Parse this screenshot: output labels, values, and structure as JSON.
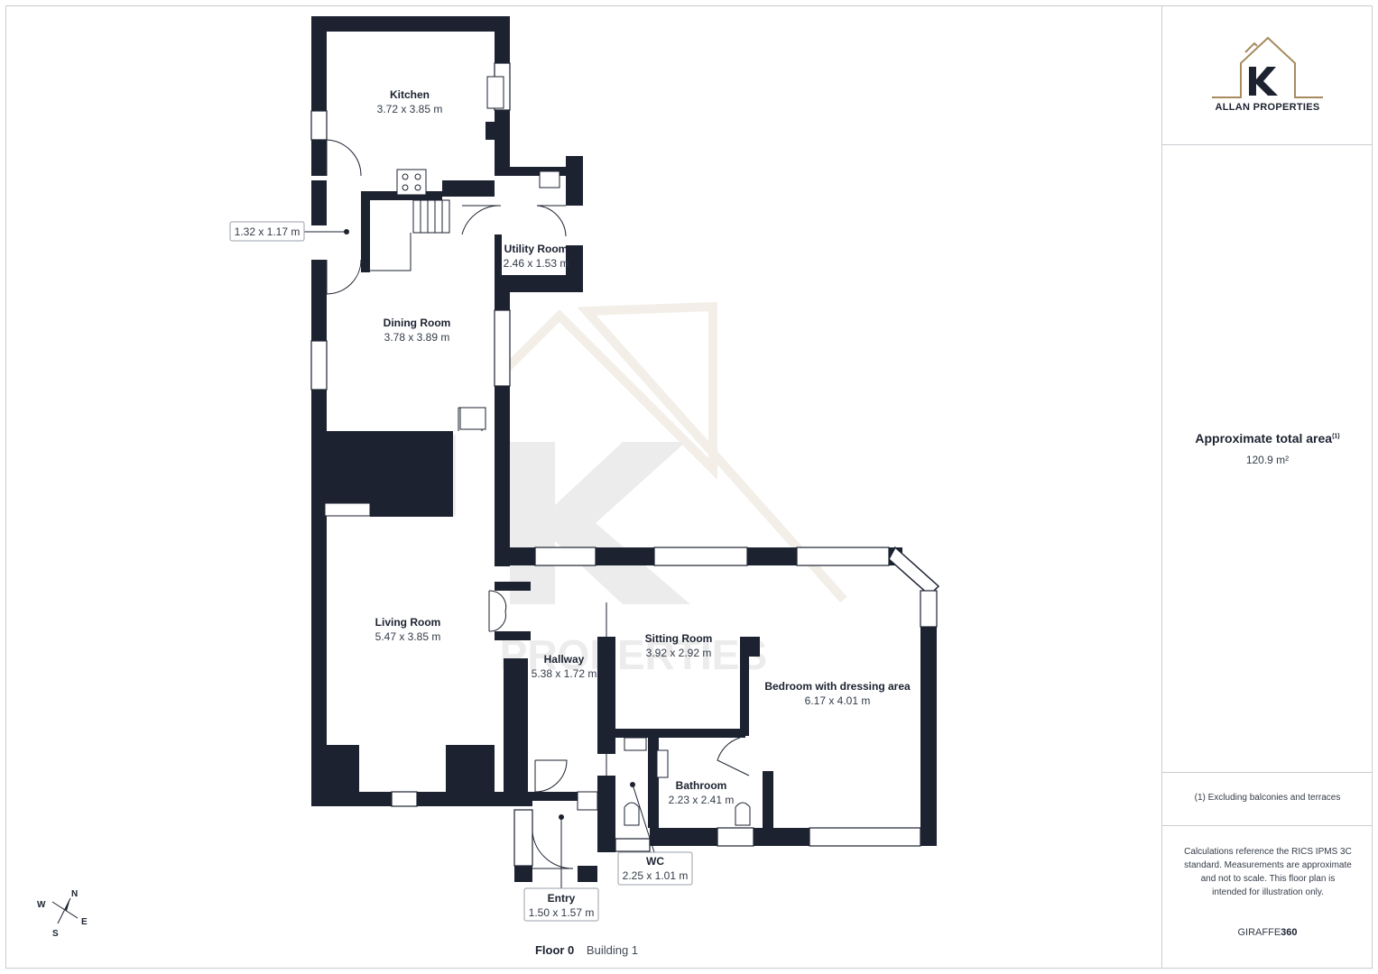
{
  "company": {
    "name": "ALLAN PROPERTIES"
  },
  "rooms": [
    {
      "name": "Kitchen",
      "dims": "3.72 x 3.85 m"
    },
    {
      "name": "Dining Room",
      "dims": "3.78 x 3.89 m"
    },
    {
      "name": "Utility Room",
      "dims": "2.46 x 1.53 m"
    },
    {
      "name": "Living Room",
      "dims": "5.47 x 3.85 m"
    },
    {
      "name": "Hallway",
      "dims": "5.38 x 1.72 m"
    },
    {
      "name": "Sitting Room",
      "dims": "3.92 x 2.92 m"
    },
    {
      "name": "Bedroom with dressing area",
      "dims": "6.17 x 4.01 m"
    },
    {
      "name": "Bathroom",
      "dims": "2.23 x 2.41 m"
    }
  ],
  "callouts": {
    "cupboard_dims": "1.32 x 1.17 m",
    "wc_name": "WC",
    "wc_dims": "2.25 x 1.01 m",
    "entry_name": "Entry",
    "entry_dims": "1.50 x 1.57 m"
  },
  "compass": {
    "n": "N",
    "e": "E",
    "s": "S",
    "w": "W"
  },
  "sidebar": {
    "area_title": "Approximate total area",
    "area_superscript": "(1)",
    "area_value": "120.9 m²",
    "footnote": "(1) Excluding balconies and terraces",
    "calc_note": "Calculations reference the RICS IPMS 3C standard. Measurements are approximate and not to scale. This floor plan is intended for illustration only.",
    "brand_prefix": "GIRAFFE",
    "brand_suffix": "360"
  },
  "floor": {
    "label": "Floor 0",
    "building": "Building 1"
  },
  "colors": {
    "wall": "#1c2230",
    "logo_accent": "#a88a5f",
    "watermark": "#ededed"
  }
}
